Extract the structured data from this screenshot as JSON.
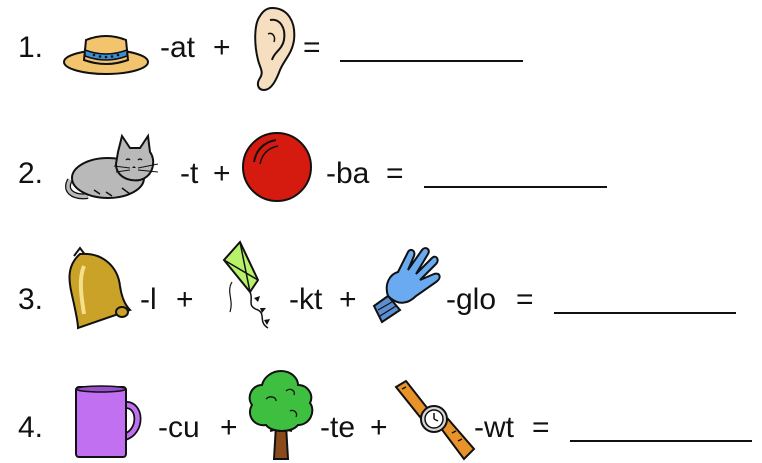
{
  "rows": [
    {
      "number": "1.",
      "pictures": [
        "hat",
        "ear"
      ],
      "suffixes": [
        "-at"
      ],
      "plus": "+",
      "equals": "="
    },
    {
      "number": "2.",
      "pictures": [
        "cat",
        "ball"
      ],
      "suffixes": [
        "-t",
        "-ba"
      ],
      "plus": "+",
      "equals": "="
    },
    {
      "number": "3.",
      "pictures": [
        "bell",
        "kite",
        "glove"
      ],
      "suffixes": [
        "-l",
        "-kt",
        "-glo"
      ],
      "plus": "+",
      "equals": "="
    },
    {
      "number": "4.",
      "pictures": [
        "cup",
        "tree",
        "watch"
      ],
      "suffixes": [
        "-cu",
        "-te",
        "-wt"
      ],
      "plus": "+",
      "equals": "="
    }
  ],
  "colors": {
    "hat": "#f2c46e",
    "hat_band": "#3a8fd8",
    "ear": "#f6dfc0",
    "cat": "#b9b9b9",
    "ball": "#d51a0f",
    "bell": "#c9a227",
    "kite": "#b8f26a",
    "glove": "#6aaaf0",
    "cup": "#c070f0",
    "tree_leaves": "#3fbf3f",
    "tree_trunk": "#8b4a1c",
    "watch_strap": "#e8922a"
  }
}
